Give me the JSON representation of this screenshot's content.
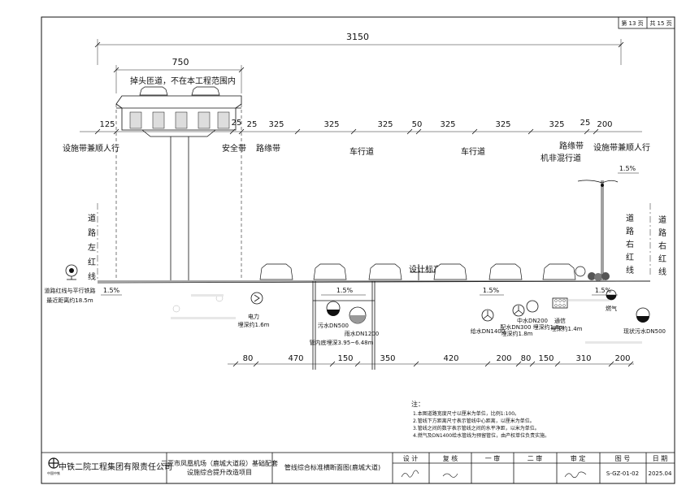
{
  "page": {
    "current": "第 13 页",
    "total": "共 15 页"
  },
  "dimensions": {
    "overall": "3150",
    "bridge": "750",
    "top_row": [
      "125",
      "25",
      "25",
      "325",
      "325",
      "325",
      "50",
      "325",
      "325",
      "325",
      "25",
      "200"
    ],
    "bottom_row": [
      "80",
      "470",
      "150",
      "350",
      "420",
      "200",
      "80",
      "150",
      "310",
      "200"
    ]
  },
  "labels": {
    "bridge_note": "掉头匝道，不在本工程范围内",
    "left_sidewalk": "设施带兼顺人行",
    "safety_strip": "安全带",
    "curb_left": "路缘带",
    "lane_left": "车行道",
    "lane_right": "车行道",
    "curb_right": "路缘带",
    "nonmotor": "机非混行道",
    "right_sidewalk": "设施带兼顺人行",
    "design_elev": "设计标高",
    "left_red_line": "道路左红线",
    "right_red_line": "道路右红线",
    "right_red_line_2": "道路右红线",
    "rail_note_1": "道路红线与平行铁路",
    "rail_note_2": "最近距离约18.5m"
  },
  "slopes": {
    "top_right": "1.5%",
    "left": "1.5%",
    "left_mid": "1.5%",
    "center": "1.5%",
    "right": "1.5%"
  },
  "pipes": {
    "power": "电力",
    "power_depth": "埋深约1.6m",
    "sewage": "污水DN500",
    "rain": "雨水DN1200",
    "rain_depth": "管内底埋深3.95~6.48m",
    "water": "给水DN1400",
    "reclaimed": "中水DN200",
    "distribution": "配水DN300 埋深约1.8m",
    "distribution_depth": "埋深约1.8m",
    "telecom": "通信",
    "telecom_depth": "埋深约1.4m",
    "gas": "燃气",
    "existing_sewage": "现状污水DN500"
  },
  "notes": {
    "heading": "注：",
    "items": [
      "1.本图道路宽度尺寸以厘米为单位，比例1:100。",
      "2.管线下方距离尺寸表示管线中心距离，以厘米为单位。",
      "3.管线之间的数字表示管线之间的水平净距，以米为单位。",
      "4.燃气及DN1400给水管线为预留管位，由产权单位负责实施。"
    ]
  },
  "title_block": {
    "company": "中铁二院工程集团有限责任公司",
    "logo_text": "中国中铁",
    "project_1": "三亚市凤凰机场（鹿城大道段）基础配套",
    "project_2": "设施综合提升改造项目",
    "drawing_title": "管线综合标准横断面图(鹿城大道)",
    "design": "设 计",
    "review": "复 核",
    "first_audit": "一 审",
    "second_audit": "二 审",
    "approve": "审 定",
    "drawing_no_label": "图 号",
    "date_label": "日 期",
    "drawing_no": "S-GZ-01-02",
    "date": "2025.04"
  }
}
